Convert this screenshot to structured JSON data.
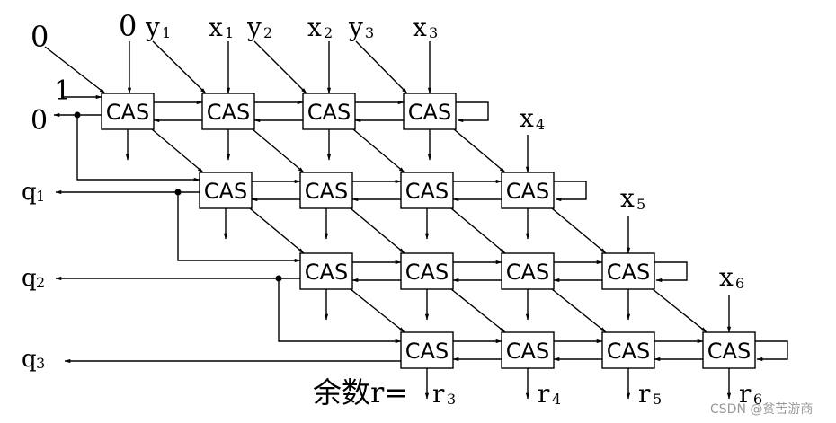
{
  "diagram": {
    "cell_label": "CAS",
    "top_inputs": {
      "zero_left": "0",
      "zero_top": "0",
      "one": "1",
      "zero_out": "0"
    },
    "y_inputs": [
      {
        "base": "y",
        "sub": "1"
      },
      {
        "base": "y",
        "sub": "2"
      },
      {
        "base": "y",
        "sub": "3"
      }
    ],
    "x_inputs": [
      {
        "base": "x",
        "sub": "1"
      },
      {
        "base": "x",
        "sub": "2"
      },
      {
        "base": "x",
        "sub": "3"
      },
      {
        "base": "x",
        "sub": "4"
      },
      {
        "base": "x",
        "sub": "5"
      },
      {
        "base": "x",
        "sub": "6"
      }
    ],
    "quotient_outputs": [
      {
        "base": "q",
        "sub": "1"
      },
      {
        "base": "q",
        "sub": "2"
      },
      {
        "base": "q",
        "sub": "3"
      }
    ],
    "remainder_label": "余数r=",
    "remainder_outputs": [
      {
        "base": "r",
        "sub": "3"
      },
      {
        "base": "r",
        "sub": "4"
      },
      {
        "base": "r",
        "sub": "5"
      },
      {
        "base": "r",
        "sub": "6"
      }
    ],
    "rows": [
      {
        "row": 0,
        "cells": 4
      },
      {
        "row": 1,
        "cells": 4
      },
      {
        "row": 2,
        "cells": 4
      },
      {
        "row": 3,
        "cells": 4
      }
    ]
  },
  "watermark": "CSDN @贫苦游商"
}
